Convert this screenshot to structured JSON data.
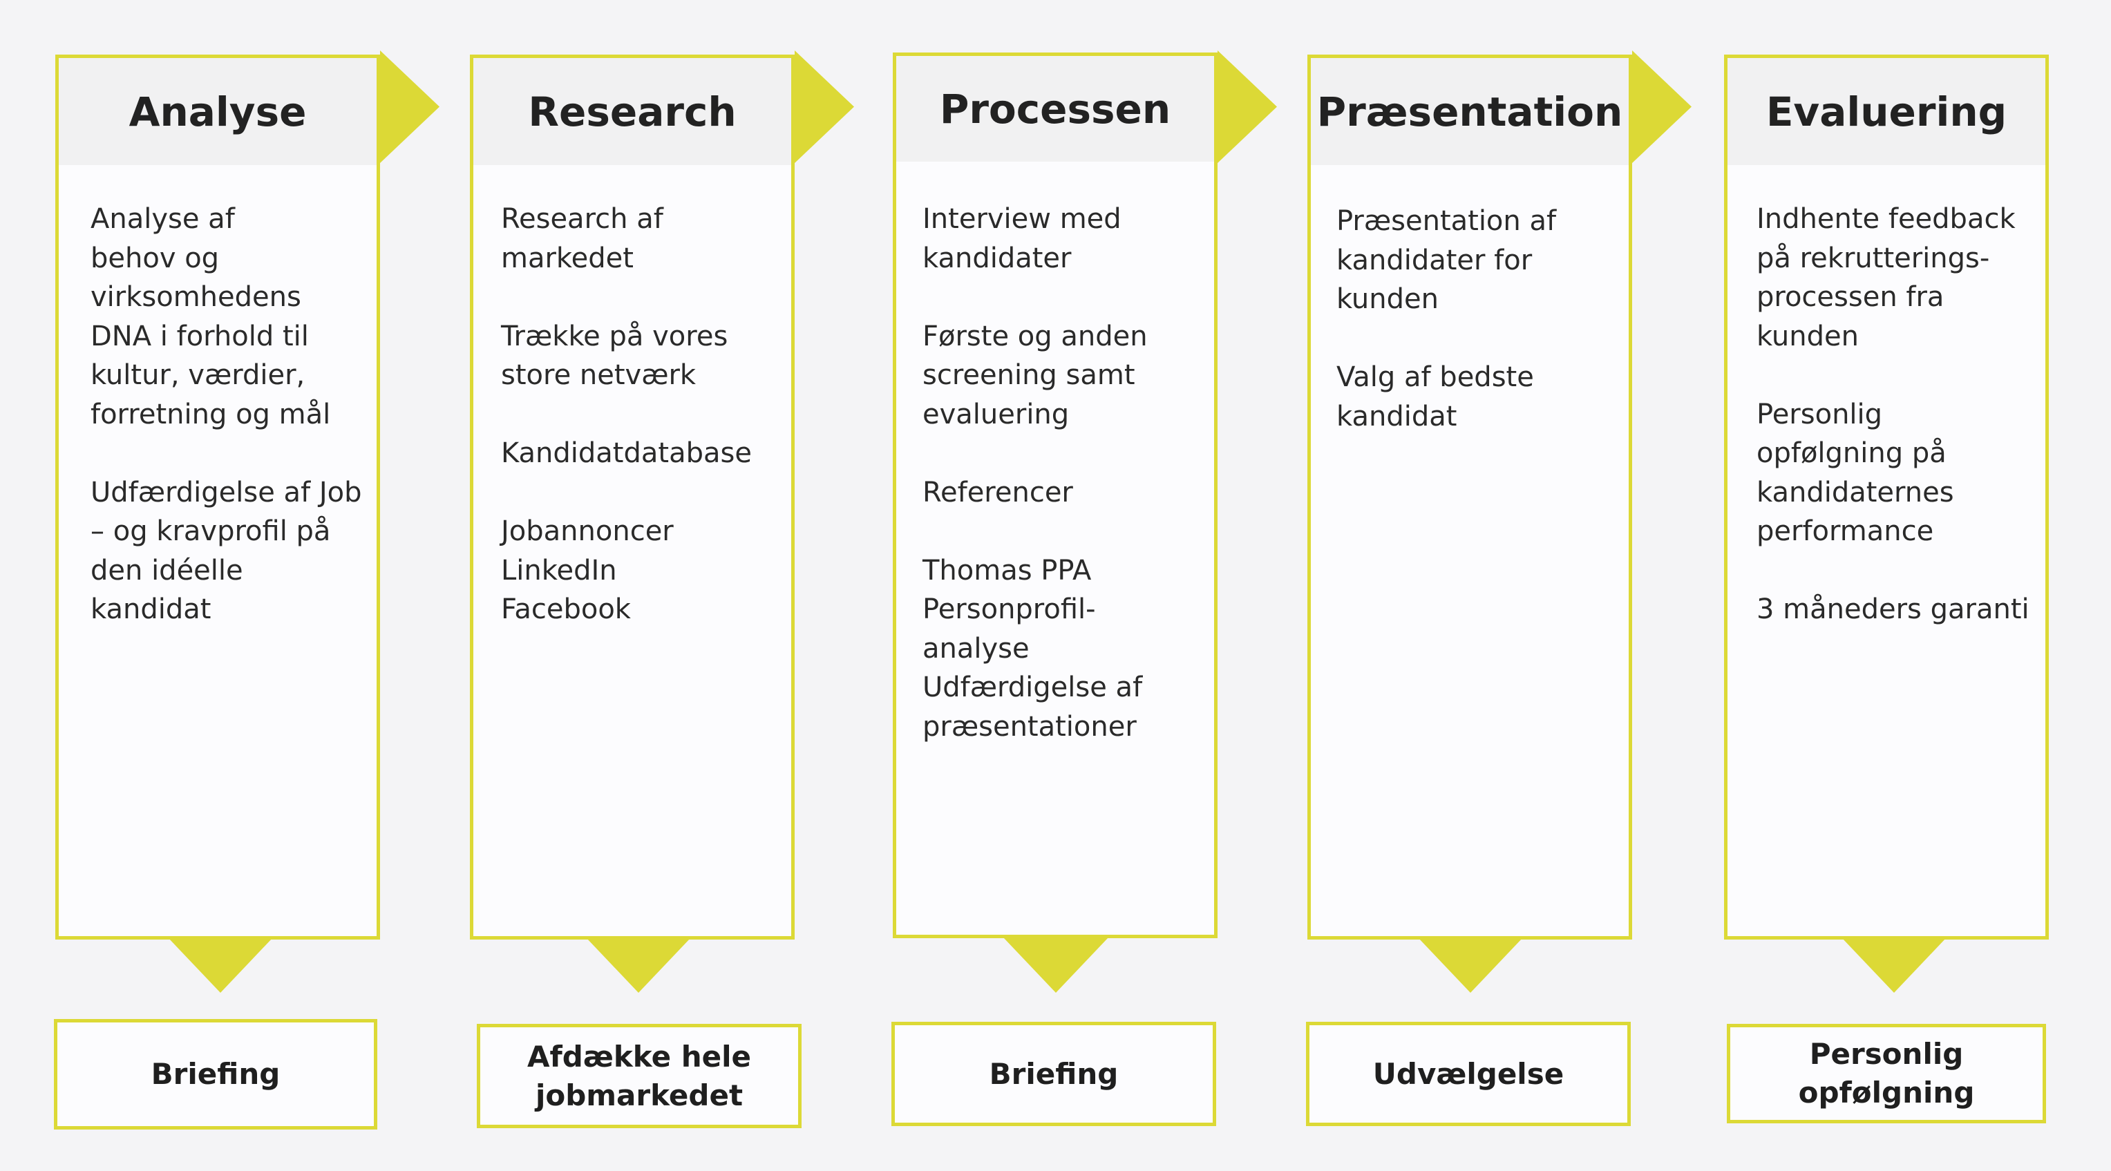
{
  "accent_color": "#dcd936",
  "steps": [
    {
      "title": "Analyse",
      "body": [
        "Analyse af",
        "behov og",
        "virksomhedens",
        "DNA i forhold til",
        "kultur, værdier,",
        "forretning og mål",
        "",
        "Udfærdigelse af Job",
        "– og kravprofil på",
        "den idéelle",
        "kandidat"
      ],
      "outcome": [
        "Briefing"
      ]
    },
    {
      "title": "Research",
      "body": [
        "Research af",
        "markedet",
        "",
        "Trække på vores",
        "store netværk",
        "",
        "Kandidatdatabase",
        "",
        "Jobannoncer",
        "LinkedIn",
        "Facebook"
      ],
      "outcome": [
        "Afdække hele",
        "jobmarkedet"
      ]
    },
    {
      "title": "Processen",
      "body": [
        "Interview med",
        "kandidater",
        "",
        "Første og anden",
        "screening samt",
        "evaluering",
        "",
        "Referencer",
        "",
        "Thomas PPA",
        "Personprofil-",
        "analyse",
        "Udfærdigelse af",
        "præsentationer"
      ],
      "outcome": [
        "Briefing"
      ]
    },
    {
      "title": "Præsentation",
      "body": [
        "Præsentation af",
        "kandidater for",
        "kunden",
        "",
        "Valg af bedste",
        "kandidat"
      ],
      "outcome": [
        "Udvælgelse"
      ]
    },
    {
      "title": "Evaluering",
      "body": [
        "Indhente feedback",
        "på rekrutterings-",
        "processen fra",
        "kunden",
        "",
        "Personlig",
        "opfølgning på",
        "kandidaternes",
        "performance",
        "",
        "3 måneders garanti"
      ],
      "outcome": [
        "Personlig",
        "opfølgning"
      ]
    }
  ]
}
